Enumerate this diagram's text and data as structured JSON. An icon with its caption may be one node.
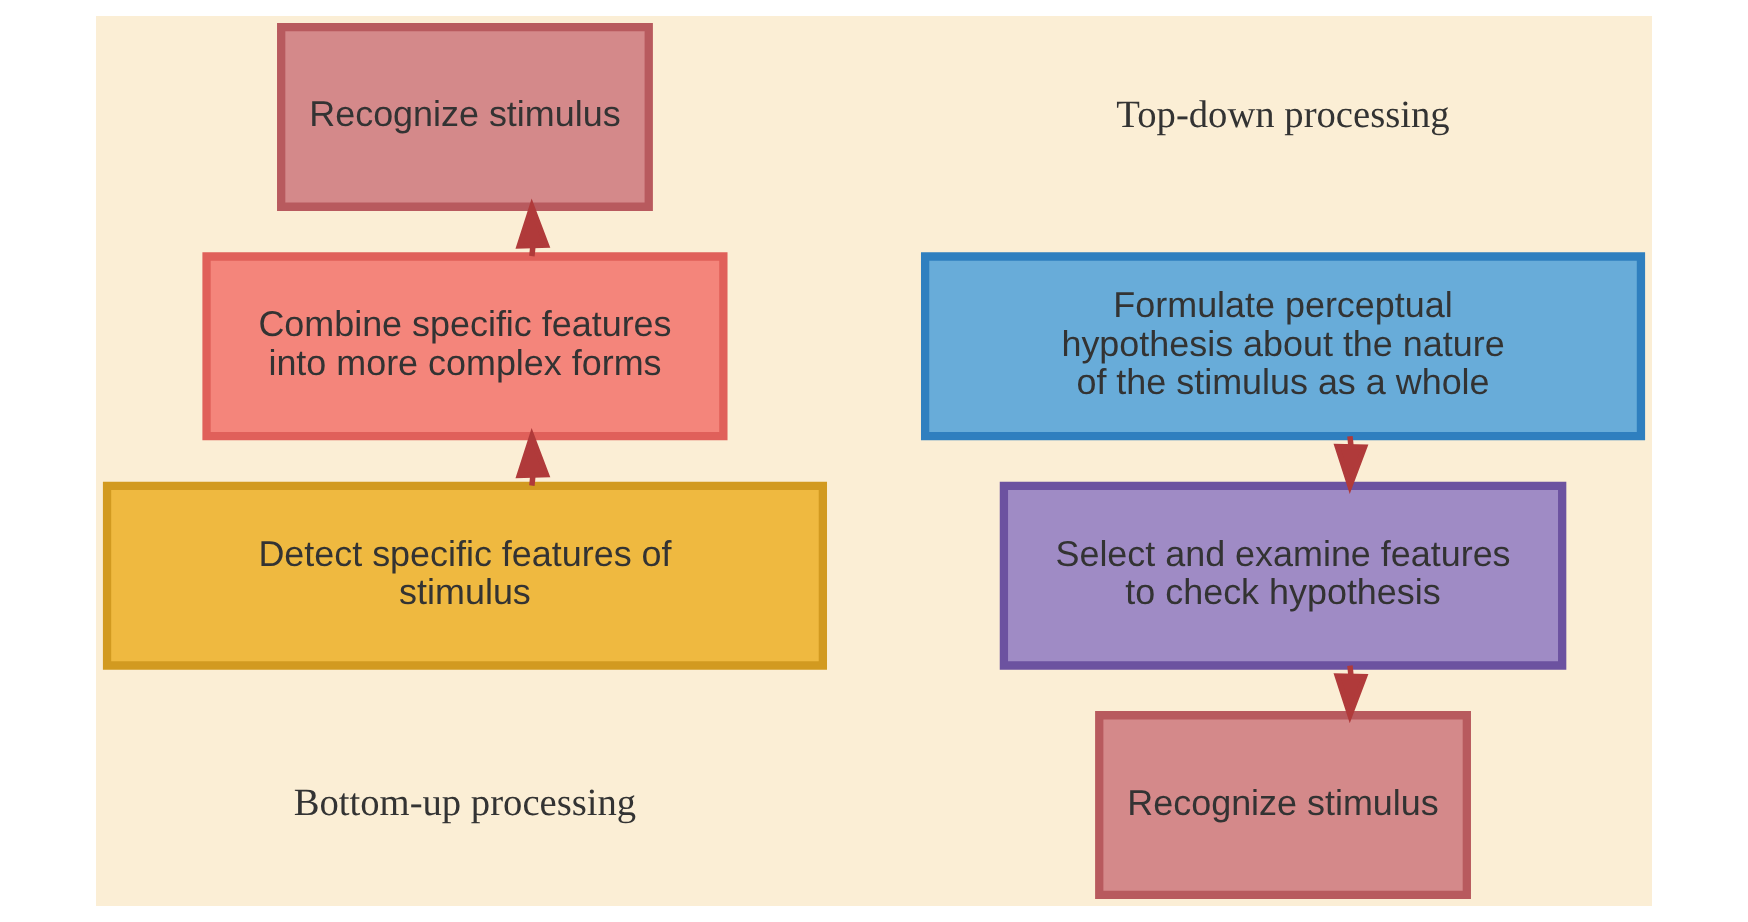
{
  "diagram": {
    "nodes": [
      {
        "text": [
          "Recognize stimulus"
        ]
      },
      {
        "text": [
          "Combine specific features into more complex forms"
        ]
      },
      {
        "text": [
          "Detect specific features of stimulus"
        ]
      },
      {
        "text": [
          "Formulate perceptual hypothesis about the nature of the stimulus as a whole"
        ]
      },
      {
        "text": [
          "Select and examine features to check hypothesis"
        ]
      },
      {
        "text": [
          "Recognize stimulus"
        ]
      }
    ],
    "edges": [
      {
        "from": 2,
        "to": 1,
        "arrow": "to"
      },
      {
        "from": 1,
        "to": 0,
        "arrow": "to"
      },
      {
        "from": 3,
        "to": 4,
        "arrow": "to"
      },
      {
        "from": 4,
        "to": 5,
        "arrow": "to"
      }
    ],
    "labels": [
      "Top-down processing",
      "Bottom-up processing"
    ]
  }
}
